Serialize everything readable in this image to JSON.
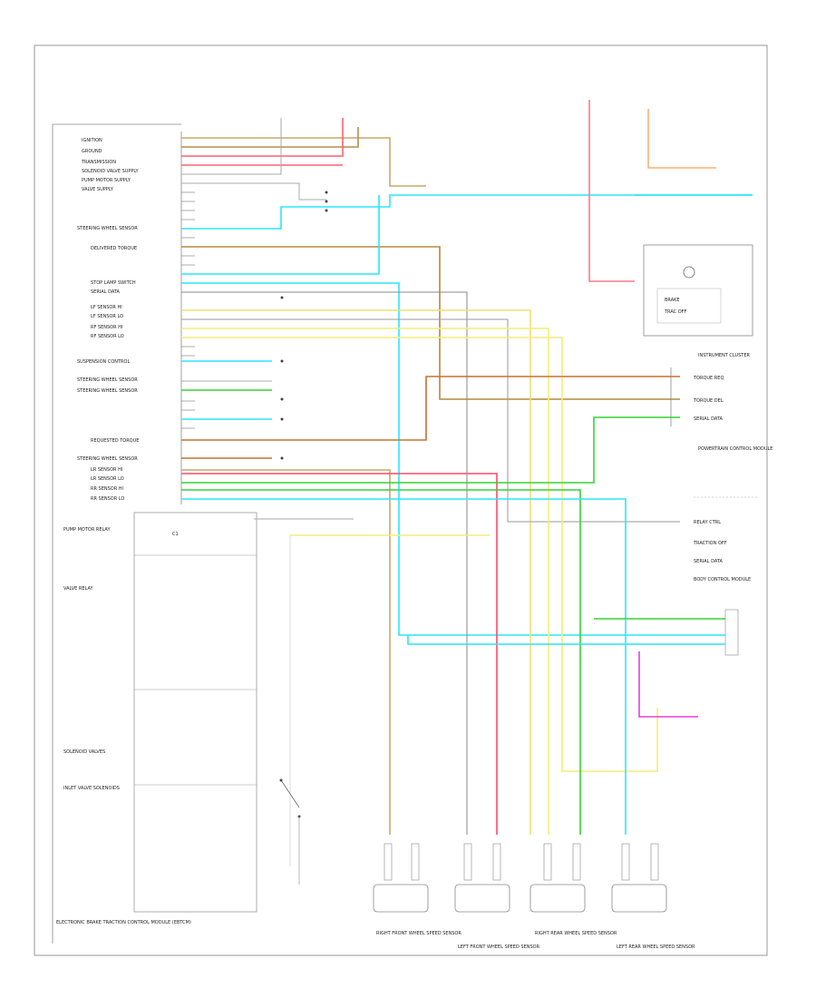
{
  "modules": {
    "ebcm": {
      "label": "ELECTRONIC BRAKE TRACTION CONTROL MODULE (EBTCM)",
      "side_labels": [
        "PUMP MOTOR RELAY",
        "VALVE RELAY",
        "SOLENOID VALVES",
        "INLET VALVE SOLENOIDS"
      ],
      "connector_label": "C1"
    },
    "ic": {
      "label": "INSTRUMENT CLUSTER"
    },
    "pcm": {
      "label": "POWERTRAIN CONTROL MODULE"
    },
    "bcm": {
      "label": "BODY CONTROL MODULE"
    },
    "sensors": [
      {
        "label": "RIGHT FRONT WHEEL SPEED SENSOR"
      },
      {
        "label": "LEFT FRONT WHEEL SPEED SENSOR"
      },
      {
        "label": "RIGHT REAR WHEEL SPEED SENSOR"
      },
      {
        "label": "LEFT REAR WHEEL SPEED SENSOR"
      }
    ]
  },
  "left_pin_labels": [
    "IGNITION",
    "GROUND",
    "TRANSMISSION",
    "SOLENOID VALVE SUPPLY",
    "PUMP MOTOR SUPPLY",
    "VALVE SUPPLY",
    "STEERING WHEEL SENSOR",
    "DELIVERED TORQUE",
    "STOP LAMP SWITCH",
    "SERIAL DATA",
    "LF SENSOR HI",
    "LF SENSOR LO",
    "RF SENSOR HI",
    "RF SENSOR LO",
    "SUSPENSION CONTROL",
    "STEERING WHEEL SENSOR",
    "STEERING WHEEL SENSOR",
    "REQUESTED TORQUE",
    "STEERING WHEEL SENSOR",
    "LR SENSOR HI",
    "LR SENSOR LO",
    "RR SENSOR HI",
    "RR SENSOR LO"
  ],
  "right_labels": [
    "TORQUE REQ",
    "TORQUE DEL",
    "SERIAL DATA",
    "RELAY CTRL",
    "TRACTION OFF",
    "SERIAL DATA"
  ],
  "wire_colors": {
    "tan": "#c8a96a",
    "brown": "#9a6b2f",
    "red": "#ff5a6e",
    "pink": "#ff7a8a",
    "orange": "#ffb070",
    "lightblue": "#29e6ff",
    "yellow": "#f0e040",
    "lightyellow": "#f5ec8a",
    "green": "#35d335",
    "ltgreen": "#8ee88e",
    "magenta": "#e040e0",
    "gray": "#999999",
    "black": "#333333"
  },
  "legend": {
    "warning": "BRAKE",
    "traction": "TRAC OFF"
  }
}
